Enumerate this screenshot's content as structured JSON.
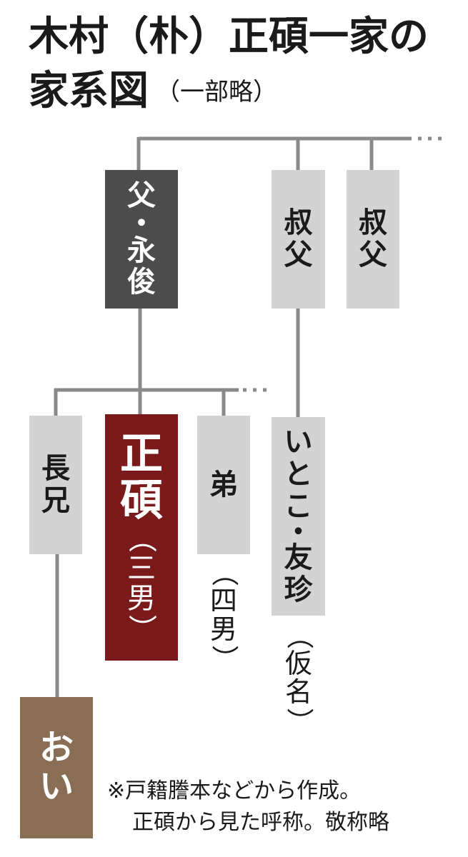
{
  "title": {
    "line1": "木村（朴）正碩一家の",
    "line2": "家系図",
    "note": "（一部略）"
  },
  "nodes": {
    "father": [
      "父",
      "・",
      "永",
      "俊"
    ],
    "uncle1": [
      "叔",
      "父"
    ],
    "uncle2": [
      "叔",
      "父"
    ],
    "eldest_brother": [
      "長",
      "兄"
    ],
    "subject": {
      "name": [
        "正",
        "碩"
      ],
      "role": [
        "（",
        "三",
        "男",
        "）"
      ]
    },
    "younger_brother": {
      "name": [
        "弟"
      ],
      "role": [
        "（",
        "四",
        "男",
        "）"
      ]
    },
    "cousin": {
      "name": [
        "い",
        "と",
        "こ",
        "・",
        "友",
        "珍"
      ],
      "role": [
        "（",
        "仮",
        "名",
        "）"
      ]
    },
    "nephew": [
      "お",
      "い"
    ]
  },
  "footnote": {
    "line1": "※戸籍謄本などから作成。",
    "line2": "正碩から見た呼称。敬称略"
  },
  "colors": {
    "father_box": "#4c4c4c",
    "relative_box": "#d3d3d3",
    "subject_box": "#7b1a1a",
    "nephew_box": "#8a6d55",
    "lines": "#8a8a8a"
  }
}
